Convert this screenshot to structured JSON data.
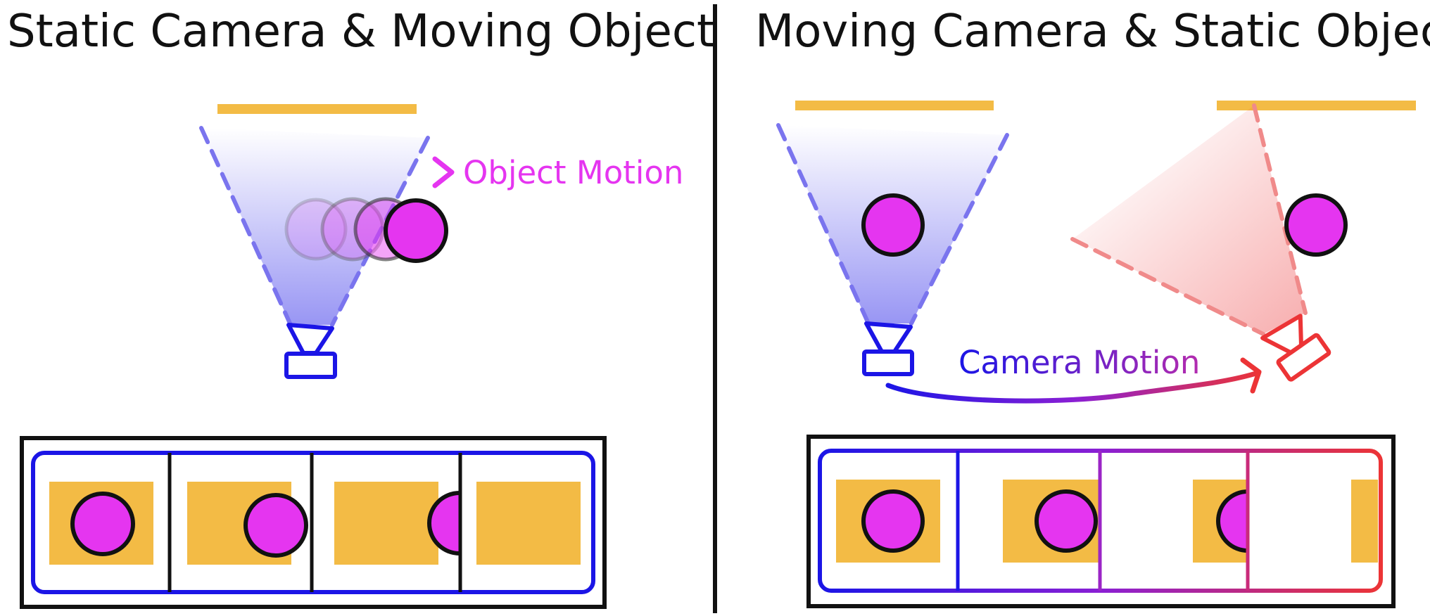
{
  "left_panel": {
    "title": "Static Camera & Moving Object",
    "motion_label": "Object Motion"
  },
  "right_panel": {
    "title": "Moving Camera & Static Object",
    "motion_label": "Camera Motion"
  },
  "colors": {
    "object": "#e535f0",
    "background_plane": "#f3bb45",
    "camera_start": "#1b15e6",
    "camera_end": "#ec3436",
    "divider": "#111111"
  }
}
